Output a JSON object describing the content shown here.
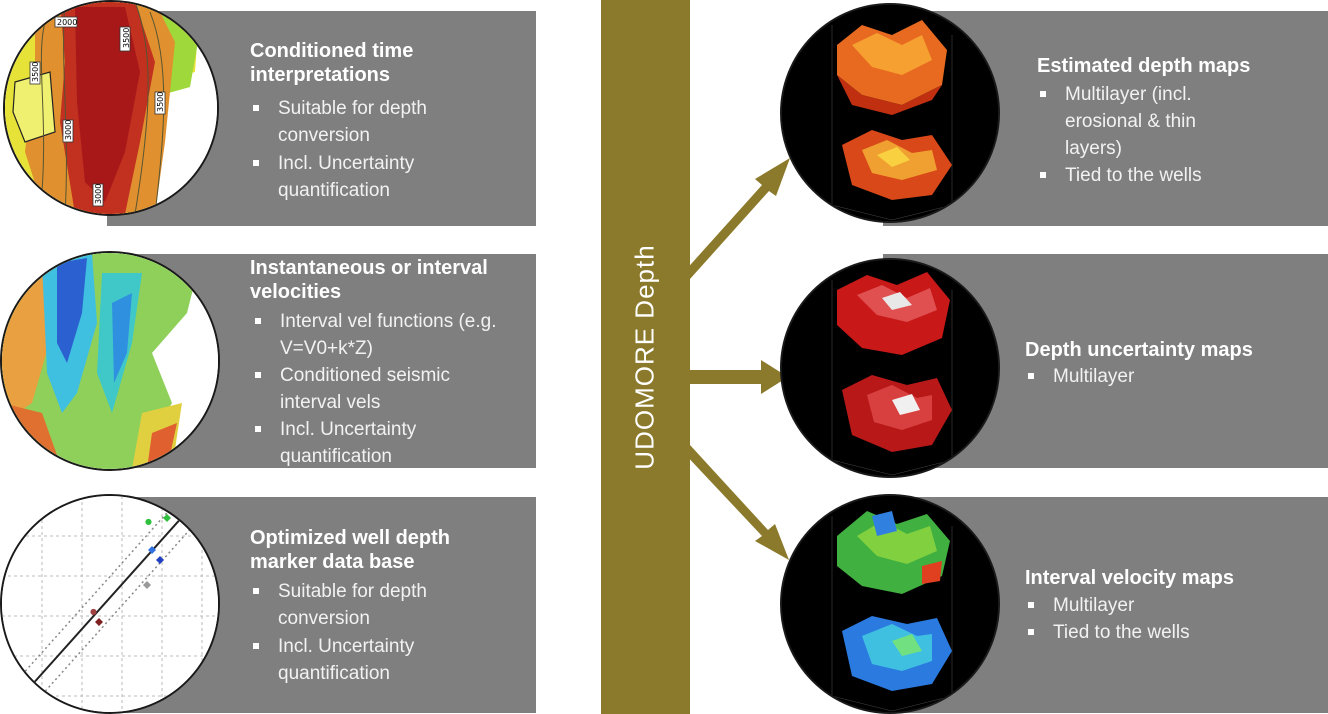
{
  "center_bar": {
    "label": "UDOMORE Depth",
    "color": "#8c7a2c"
  },
  "inputs": [
    {
      "title": "Conditioned time interpretations",
      "items": [
        "Suitable for depth conversion",
        "Incl. Uncertainty quantification"
      ],
      "image": {
        "kind": "time-contour-map",
        "contour_labels": [
          "3500",
          "3000",
          "3500",
          "3000",
          "3500",
          "2000"
        ]
      }
    },
    {
      "title": "Instantaneous or interval velocities",
      "items": [
        "Interval vel functions (e.g. V=V0+k*Z)",
        "Conditioned seismic interval vels",
        "Incl. Uncertainty quantification"
      ],
      "image": {
        "kind": "velocity-map"
      }
    },
    {
      "title": "Optimized well depth marker data base",
      "items": [
        "Suitable for depth conversion",
        "Incl. Uncertainty quantification"
      ],
      "image": {
        "kind": "well-marker-crossplot"
      }
    }
  ],
  "outputs": [
    {
      "title": "Estimated depth maps",
      "items": [
        "Multilayer (incl. erosional & thin layers)",
        "Tied to the wells"
      ],
      "image": {
        "kind": "3d-depth-surfaces",
        "palette": "orange-red"
      }
    },
    {
      "title": "Depth uncertainty maps",
      "items": [
        "Multilayer"
      ],
      "image": {
        "kind": "3d-uncertainty-surfaces",
        "palette": "red-white"
      }
    },
    {
      "title": "Interval velocity maps",
      "items": [
        "Multilayer",
        "Tied to the wells"
      ],
      "image": {
        "kind": "3d-velocity-surfaces",
        "palette": "blue-green-red"
      }
    }
  ],
  "colors": {
    "panel": "#7f7f7f",
    "bar": "#8c7a2c",
    "arrow": "#8c7a2c",
    "text": "#ffffff"
  }
}
